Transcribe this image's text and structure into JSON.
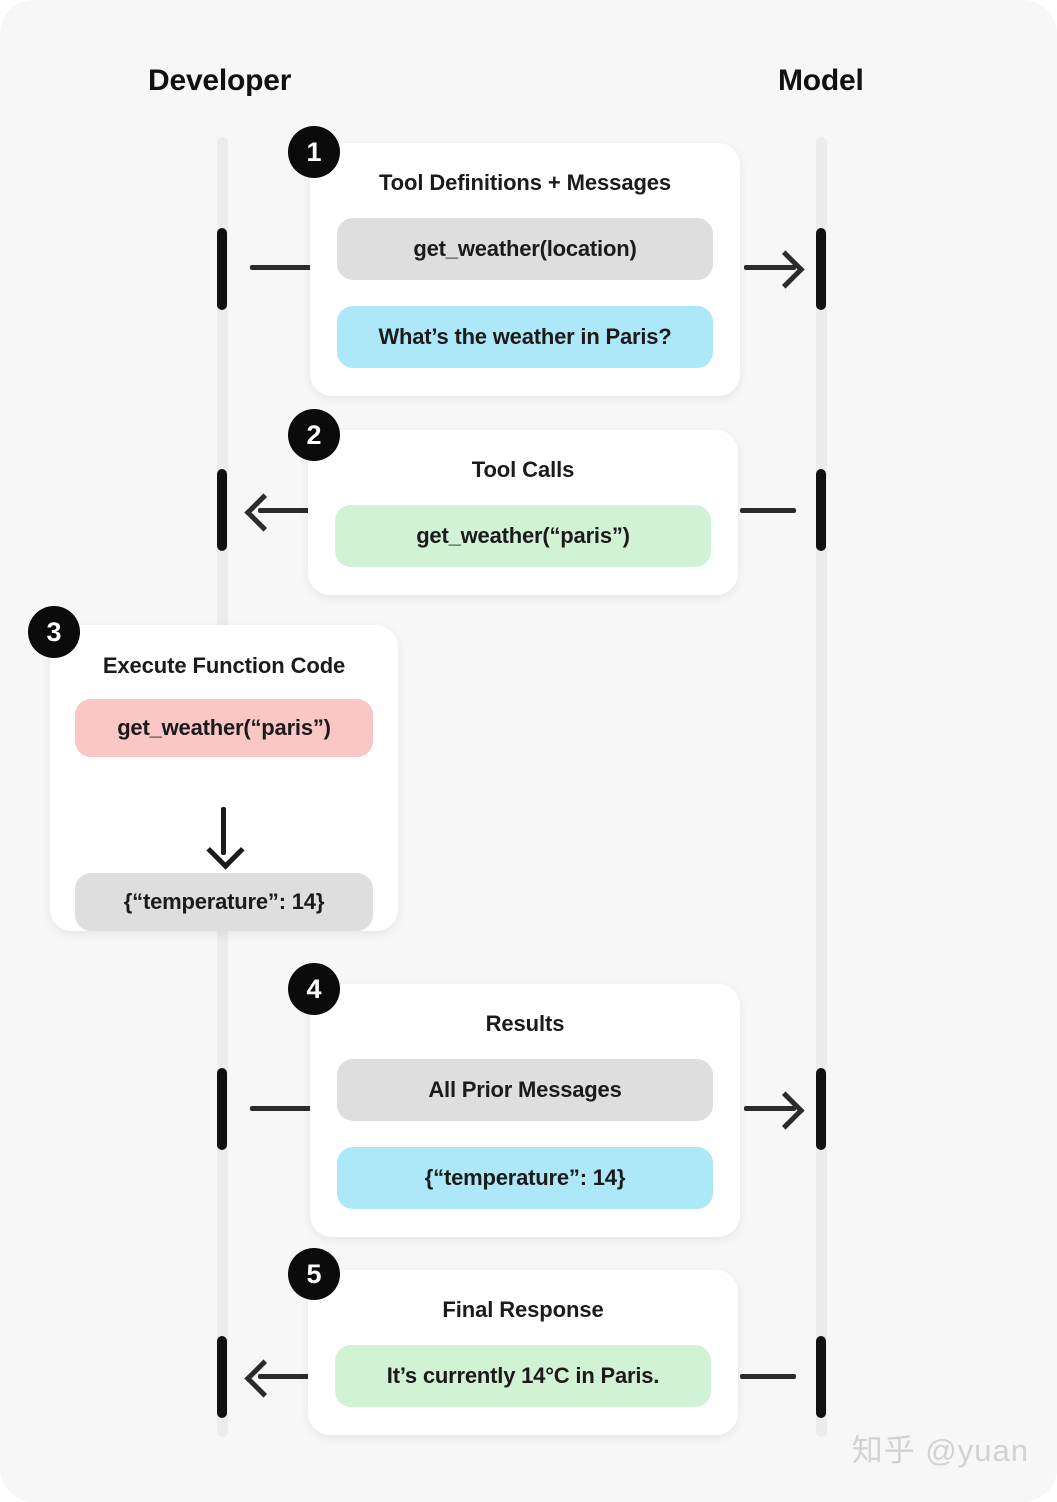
{
  "columns": {
    "developer": "Developer",
    "model": "Model"
  },
  "steps": [
    {
      "number": "1",
      "title": "Tool Definitions + Messages",
      "pills": [
        {
          "text": "get_weather(location)",
          "color": "gray"
        },
        {
          "text": "What’s the weather in Paris?",
          "color": "blue"
        }
      ],
      "left_connector": "line",
      "right_connector": "arrow-right"
    },
    {
      "number": "2",
      "title": "Tool Calls",
      "pills": [
        {
          "text": "get_weather(“paris”)",
          "color": "green"
        }
      ],
      "left_connector": "arrow-left",
      "right_connector": "line"
    },
    {
      "number": "3",
      "title": "Execute Function Code",
      "pills": [
        {
          "text": "get_weather(“paris”)",
          "color": "pink"
        },
        {
          "text": "{“temperature”: 14}",
          "color": "gray"
        }
      ],
      "arrow_between": "arrow-down-icon"
    },
    {
      "number": "4",
      "title": "Results",
      "pills": [
        {
          "text": "All Prior Messages",
          "color": "gray"
        },
        {
          "text": "{“temperature”: 14}",
          "color": "blue"
        }
      ],
      "left_connector": "line",
      "right_connector": "arrow-right"
    },
    {
      "number": "5",
      "title": "Final Response",
      "pills": [
        {
          "text": "It’s currently 14°C in Paris.",
          "color": "green"
        }
      ],
      "left_connector": "arrow-left",
      "right_connector": "line"
    }
  ],
  "watermark": "知乎 @yuan",
  "colors": {
    "canvas": "#f7f7f7",
    "lifeline": "#ececec",
    "activation": "#111111",
    "connector": "#2b2b2b",
    "badge": "#0b0b0b",
    "pill_gray": "#dedede",
    "pill_blue": "#ace8f7",
    "pill_green": "#d2f2d6",
    "pill_pink": "#fac6c6",
    "card": "#ffffff"
  }
}
